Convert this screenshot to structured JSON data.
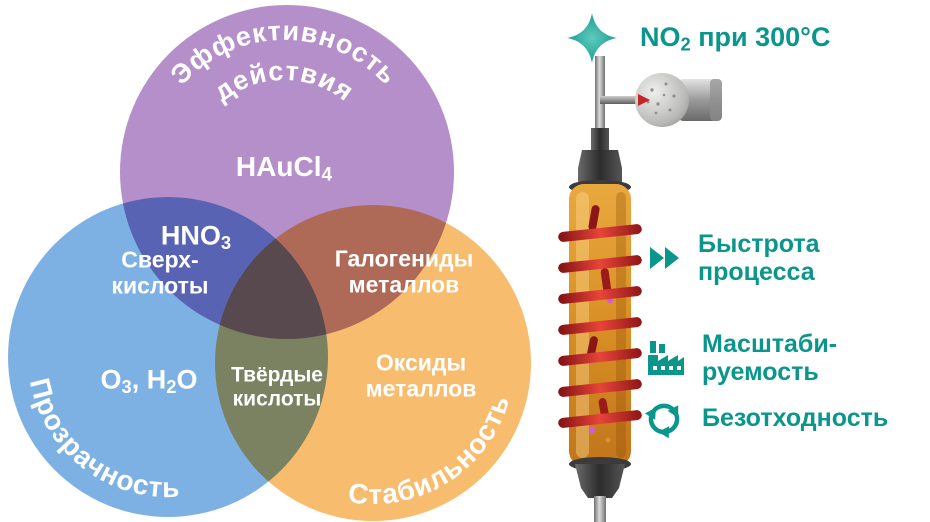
{
  "colors": {
    "circle_purple": "#b48fca",
    "circle_blue": "#7eb1e3",
    "circle_orange": "#f8bc6e",
    "teal_accent": "#0b968c",
    "coil_red": "#c4242b",
    "amber_tube": "#d98f25",
    "label_white": "#ffffff"
  },
  "venn": {
    "effectiveness_line1": "Эффективность",
    "effectiveness_line2": "действия",
    "transparency_label": "Прозрачность",
    "stability_label": "Стабильность",
    "haucl4": {
      "pre": "HAuCl",
      "sub": "4"
    },
    "hno3": {
      "pre": "HNO",
      "sub": "3"
    },
    "superacids_label": "Сверх-\nкислоты",
    "metal_halides_label": "Галогениды\nметаллов",
    "o3_h2o": {
      "p1": "O",
      "s1": "3",
      "p2": ", H",
      "s2": "2",
      "p3": "O"
    },
    "solid_acids_label": "Твёрдые\nкислоты",
    "metal_oxides_label": "Оксиды\nметаллов"
  },
  "right_panel": {
    "no2_condition": {
      "pre": "NO",
      "sub": "2",
      "post": " при 300°C"
    },
    "features": [
      {
        "icon": "fast-forward-icon",
        "label": "Быстрота\nпроцесса"
      },
      {
        "icon": "factory-icon",
        "label": "Масштаби-\nруемость"
      },
      {
        "icon": "recycle-icon",
        "label": "Безотходность"
      }
    ]
  }
}
